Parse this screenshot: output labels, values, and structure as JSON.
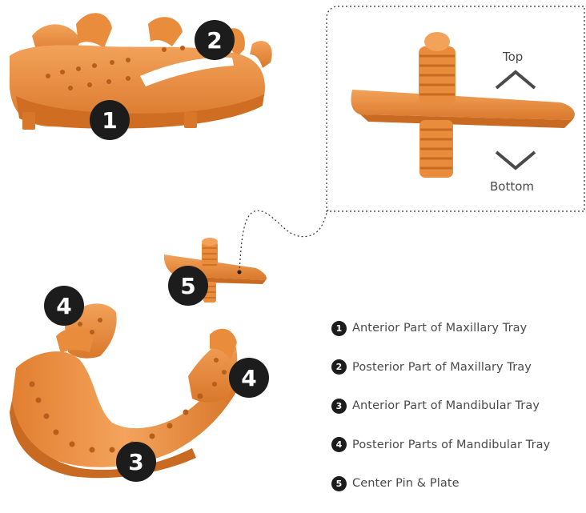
{
  "callouts": [
    {
      "num": "1"
    },
    {
      "num": "2"
    },
    {
      "num": "3"
    },
    {
      "num": "4"
    },
    {
      "num": "4"
    },
    {
      "num": "5"
    }
  ],
  "detail": {
    "top_label": "Top",
    "bottom_label": "Bottom"
  },
  "legend": [
    {
      "num": "1",
      "label": "Anterior Part of Maxillary Tray"
    },
    {
      "num": "2",
      "label": "Posterior Part of Maxillary Tray"
    },
    {
      "num": "3",
      "label": "Anterior Part of Mandibular Tray"
    },
    {
      "num": "4",
      "label": "Posterior Parts of Mandibular Tray"
    },
    {
      "num": "5",
      "label": "Center Pin & Plate"
    }
  ],
  "colors": {
    "part_orange": "#e8893a",
    "part_shadow": "#c96a22",
    "badge": "#1c1c1c",
    "text": "#4a4a4a"
  }
}
